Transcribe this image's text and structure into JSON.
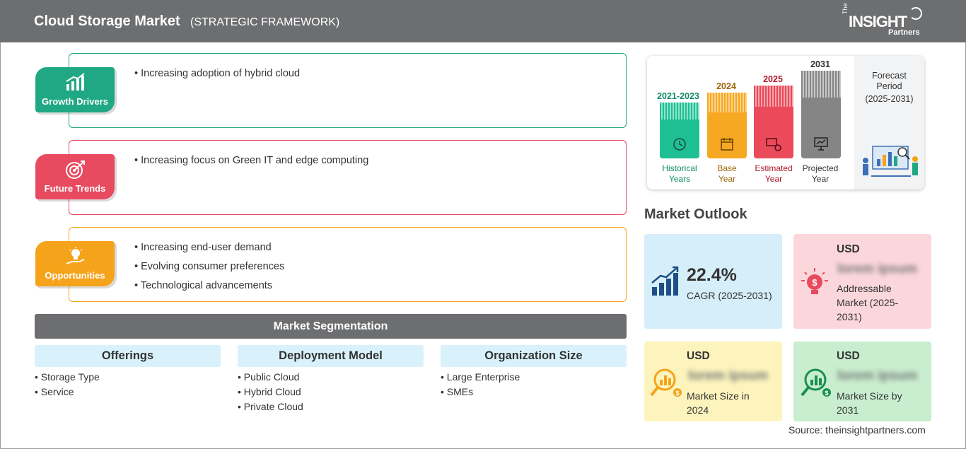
{
  "header": {
    "title": "Cloud Storage Market",
    "subtitle": "(STRATEGIC FRAMEWORK)",
    "logo": {
      "the": "The",
      "brand": "INSIGHT",
      "partners": "Partners"
    }
  },
  "framework": {
    "growth_drivers": {
      "label": "Growth Drivers",
      "color": "#1fa883",
      "items": [
        "Increasing adoption of hybrid cloud"
      ]
    },
    "future_trends": {
      "label": "Future Trends",
      "color": "#e84a5f",
      "items": [
        "Increasing focus on Green IT and edge computing"
      ]
    },
    "opportunities": {
      "label": "Opportunities",
      "color": "#f5a31a",
      "items": [
        "Increasing end-user demand",
        "Evolving consumer preferences",
        "Technological advancements"
      ]
    }
  },
  "segmentation": {
    "title": "Market Segmentation",
    "columns": [
      {
        "heading": "Offerings",
        "items": [
          "Storage Type",
          "Service"
        ]
      },
      {
        "heading": "Deployment Model",
        "items": [
          "Public Cloud",
          "Hybrid Cloud",
          "Private Cloud"
        ]
      },
      {
        "heading": "Organization Size",
        "items": [
          "Large Enterprise",
          "SMEs"
        ]
      }
    ]
  },
  "timeline": {
    "periods": [
      {
        "year": "2021-2023",
        "label_line1": "Historical",
        "label_line2": "Years",
        "color": "#1fbf94",
        "year_color": "#138a68",
        "label_color": "#138a68"
      },
      {
        "year": "2024",
        "label_line1": "Base",
        "label_line2": "Year",
        "color": "#f7a823",
        "year_color": "#a0650a",
        "label_color": "#a0650a"
      },
      {
        "year": "2025",
        "label_line1": "Estimated",
        "label_line2": "Year",
        "color": "#ea4a5a",
        "year_color": "#b0182c",
        "label_color": "#b0182c"
      },
      {
        "year": "2031",
        "label_line1": "Projected",
        "label_line2": "Year",
        "color": "#858585",
        "year_color": "#333333",
        "label_color": "#333333"
      }
    ],
    "forecast": {
      "line1": "Forecast",
      "line2": "Period",
      "line3": "(2025-2031)"
    }
  },
  "outlook": {
    "title": "Market Outlook",
    "cagr": {
      "value": "22.4%",
      "label": "CAGR (2025-2031)",
      "bg": "#d6eef9"
    },
    "addressable": {
      "currency": "USD",
      "value": "lorem ipsum",
      "label_lines": [
        "Addressable",
        "Market (2025-",
        "2031)"
      ],
      "bg": "#fbd7dc"
    },
    "size_2024": {
      "currency": "USD",
      "value": "lorem ipsum",
      "label_lines": [
        "Market Size in",
        "2024"
      ],
      "bg": "#fdf4bd"
    },
    "size_2031": {
      "currency": "USD",
      "value": "lorem ipsum",
      "label_lines": [
        "Market Size by",
        "2031"
      ],
      "bg": "#c9eecf"
    }
  },
  "source": "Source: theinsightpartners.com"
}
